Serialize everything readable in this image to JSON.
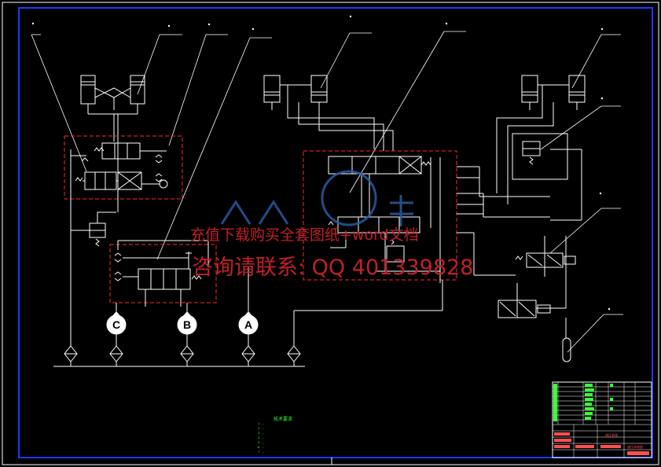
{
  "watermark": {
    "line1": "充值下载购买全套图纸+word文档",
    "line2": "咨询请联系: QQ 401339828"
  },
  "pumps": [
    {
      "id": "C",
      "label": "C"
    },
    {
      "id": "B",
      "label": "B"
    },
    {
      "id": "A",
      "label": "A"
    }
  ],
  "notes": {
    "title": "技术要求",
    "items": [
      "1. ...",
      "2. ...",
      "3. ...",
      "4. ...",
      "5. ...",
      "6. ...",
      "7. ..."
    ]
  },
  "title_block": {
    "drawing_name": "液压系统图",
    "label_small": "液压系统"
  },
  "colors": {
    "background": "#000000",
    "frame": "#1a3cff",
    "lines": "#ffffff",
    "dashed_box": "#ff2a2a",
    "notes": "#39ff39",
    "watermark": "#c0202a"
  }
}
